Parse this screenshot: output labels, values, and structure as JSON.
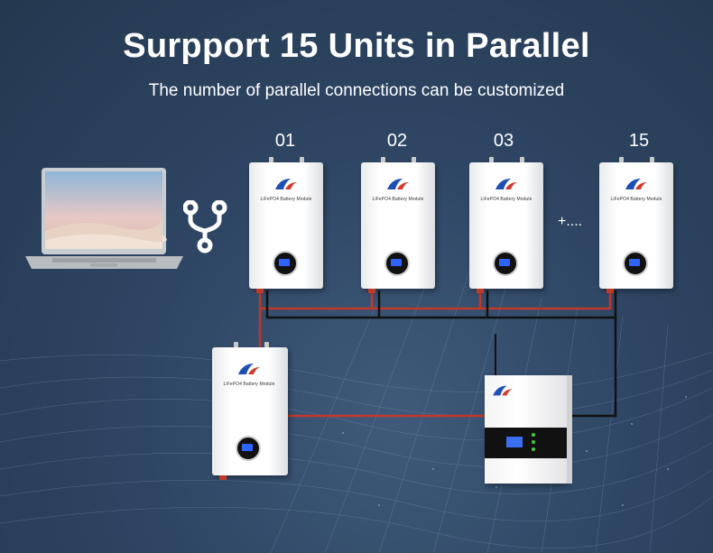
{
  "header": {
    "title": "Surpport 15 Units in Parallel",
    "subtitle": "The number of parallel connections can be customized"
  },
  "units": [
    {
      "number": "01",
      "label": "LiFePO4 Battery Module"
    },
    {
      "number": "02",
      "label": "LiFePO4 Battery Module"
    },
    {
      "number": "03",
      "label": "LiFePO4 Battery Module"
    },
    {
      "number": "15",
      "label": "LiFePO4 Battery Module"
    }
  ],
  "lower_unit": {
    "label": "LiFePO4 Battery Module"
  },
  "ellipsis": "+....",
  "icons": {
    "laptop": "laptop-icon",
    "connection": "fork-connection-icon",
    "brand": "brand-logo-icon"
  },
  "colors": {
    "background": "#2e4664",
    "wire_positive": "#c0392b",
    "wire_negative": "#111111",
    "lcd": "#2f63ff"
  }
}
